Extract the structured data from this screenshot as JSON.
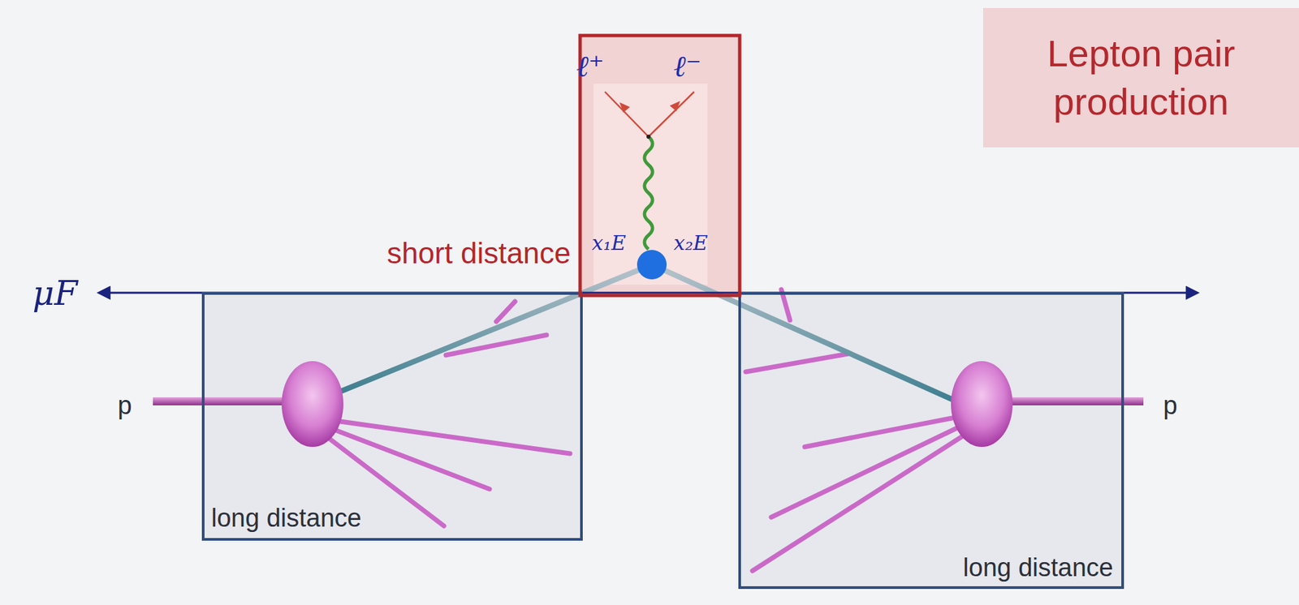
{
  "diagram": {
    "nodes": [
      {
        "text": [
          "Lepton pair production"
        ]
      },
      {
        "text": [
          "short distance"
        ]
      },
      {
        "text": [
          "long distance"
        ]
      },
      {
        "text": [
          "long distance"
        ]
      }
    ],
    "labels": [
      "ℓ⁺",
      "ℓ⁻",
      "x₁E",
      "x₂E",
      "μF",
      "p",
      "p"
    ]
  }
}
